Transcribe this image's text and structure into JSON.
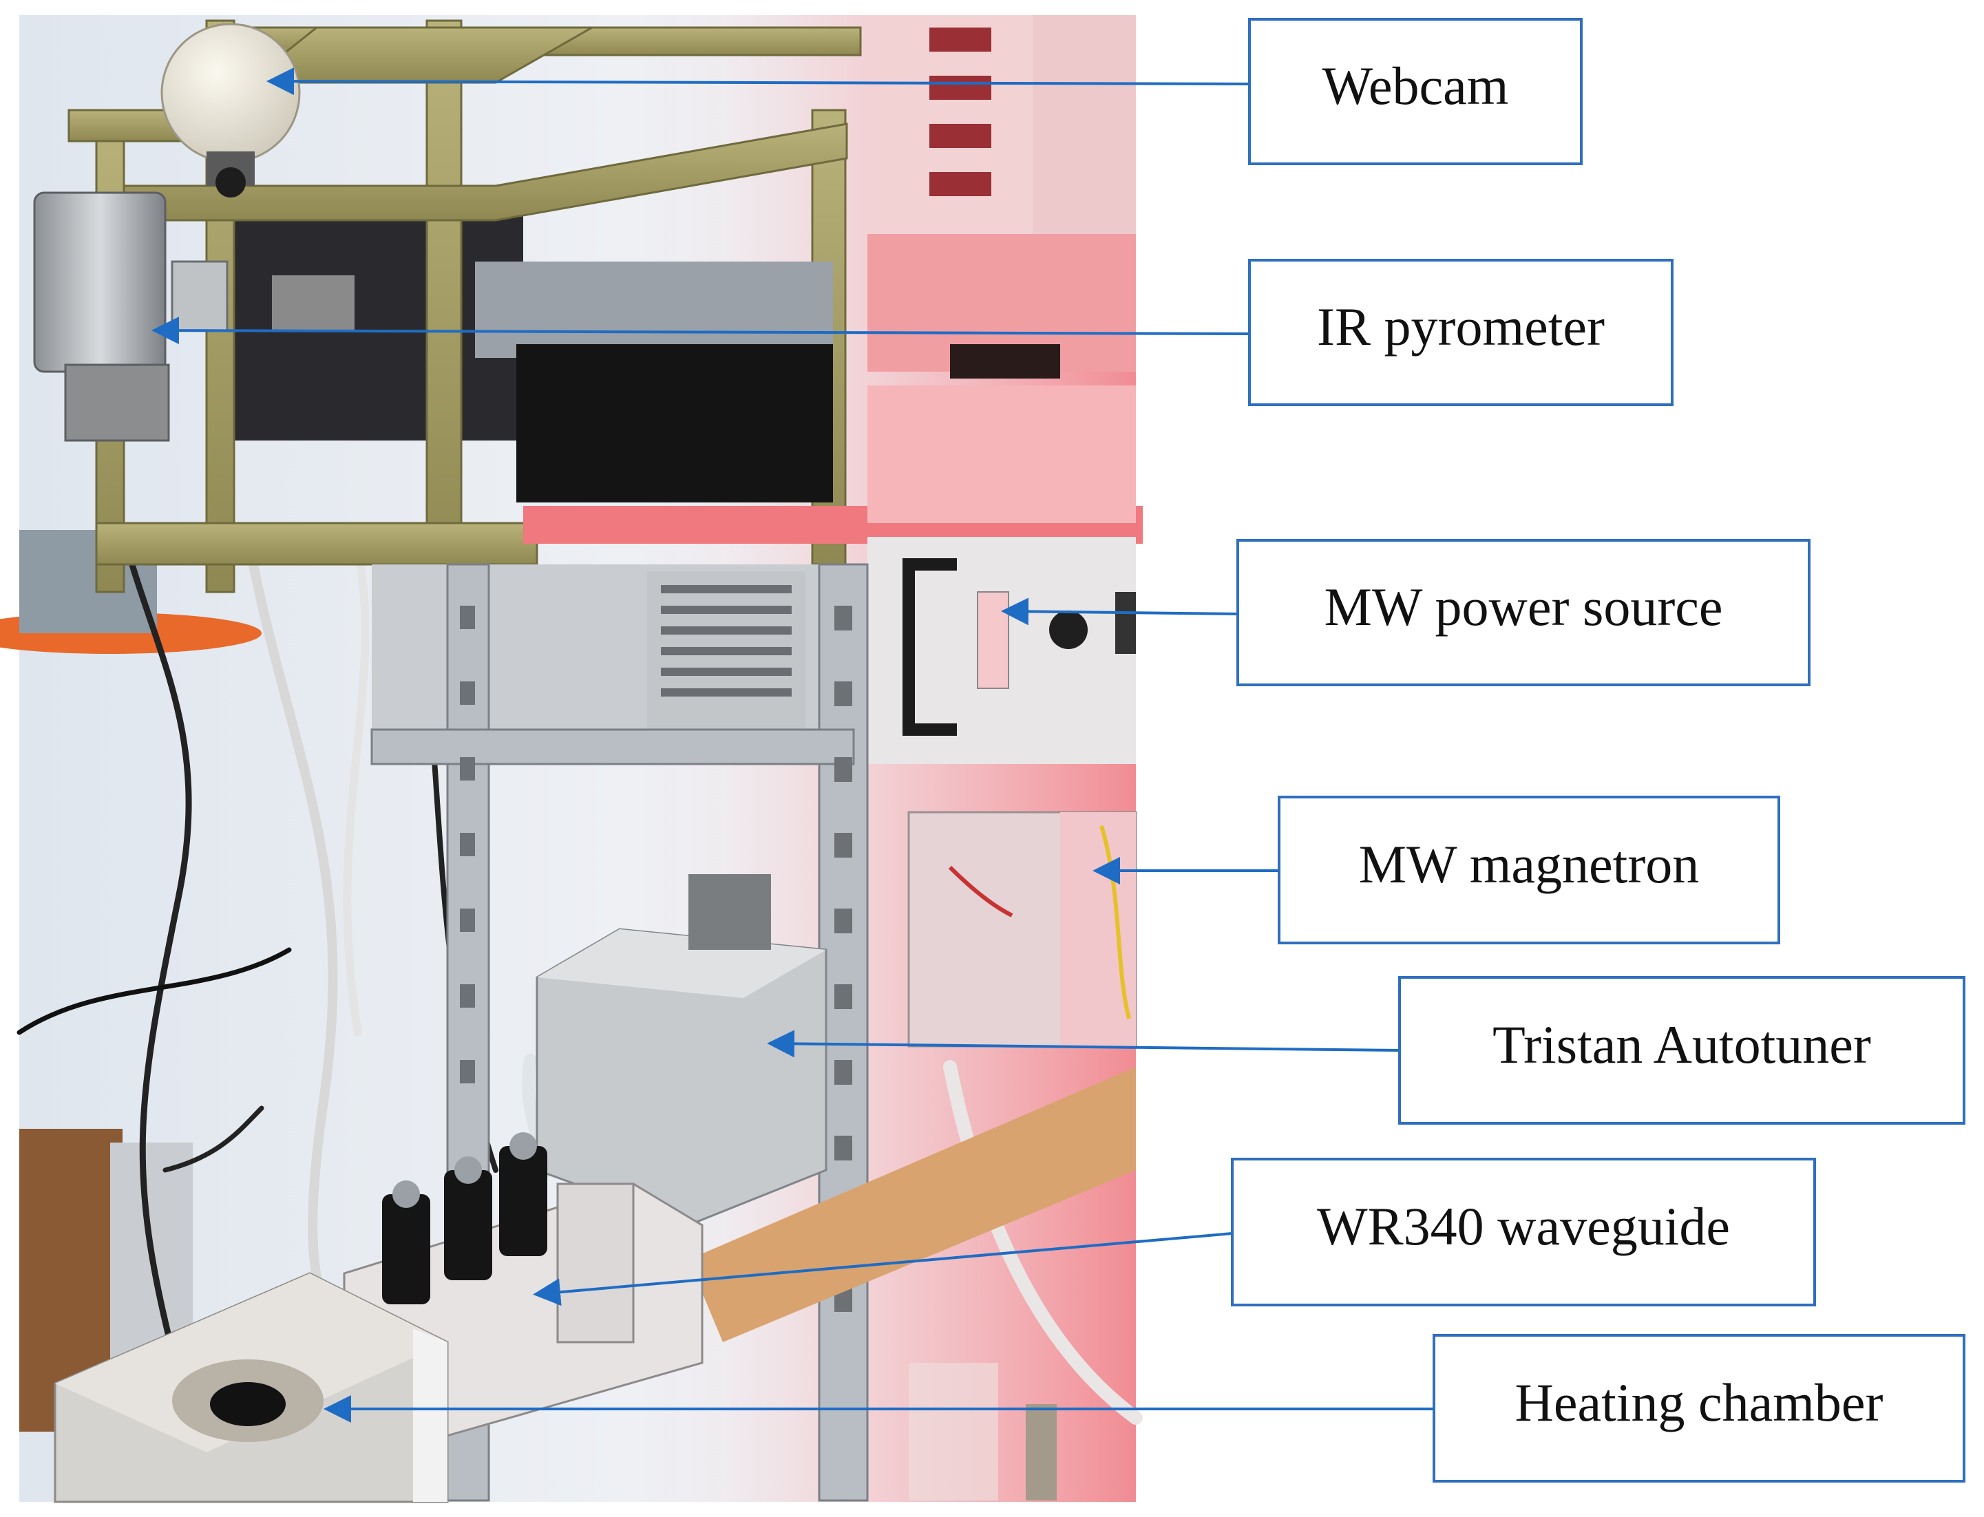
{
  "figure": {
    "photo_alt": "",
    "labels": [
      {
        "id": "webcam",
        "text": "Webcam"
      },
      {
        "id": "ir-pyrometer",
        "text": "IR pyrometer"
      },
      {
        "id": "mw-power-source",
        "text": "MW power source"
      },
      {
        "id": "mw-magnetron",
        "text": "MW magnetron"
      },
      {
        "id": "tristan-autotuner",
        "text": "Tristan Autotuner"
      },
      {
        "id": "wr340-waveguide",
        "text": "WR340 waveguide"
      },
      {
        "id": "heating-chamber",
        "text": "Heating chamber"
      }
    ],
    "colors": {
      "callout_border": "#2f6fbf",
      "arrow": "#1f6cc4",
      "label_text": "#111111"
    }
  }
}
